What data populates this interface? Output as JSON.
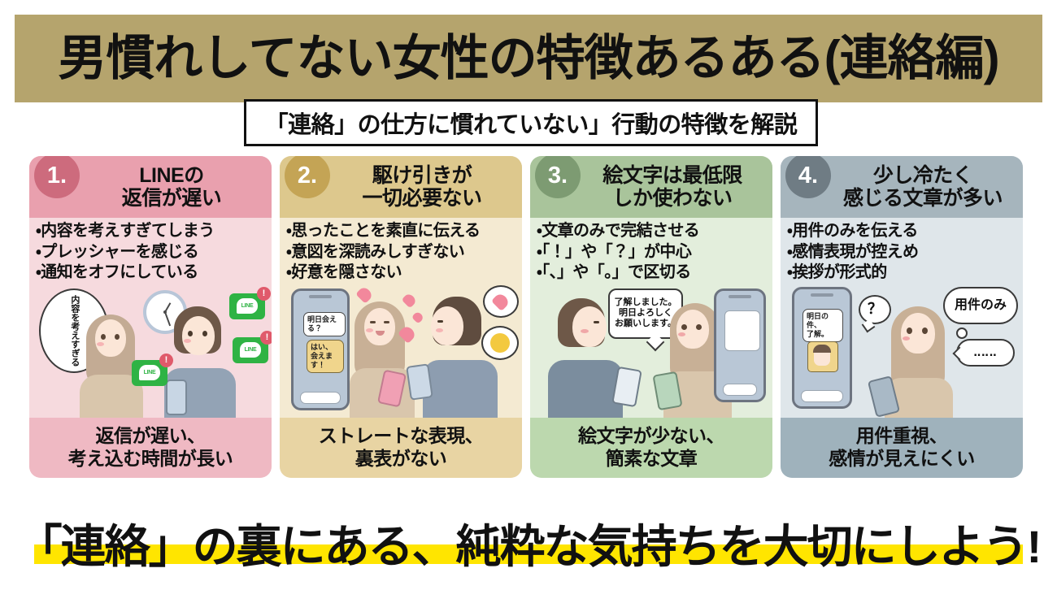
{
  "poster": {
    "title": "男慣れしてない女性の特徴あるある(連絡編)",
    "subtitle": "「連絡」の仕方に慣れていない」行動の特徴を解説",
    "banner": "「連絡」の裏にある、純粋な気持ちを大切にしよう!",
    "colors": {
      "frame": "#b5a46d",
      "page": "#ffffff",
      "text": "#111111",
      "highlight": "#ffe500"
    }
  },
  "cards": [
    {
      "number": "1.",
      "title_line1": "LINEの",
      "title_line2": "返信が遅い",
      "bullets": [
        "・内容を考えすぎてしまう",
        "・プレッシャーを感じる",
        "・通知をオフにしている"
      ],
      "footer_line1": "返信が遅い、",
      "footer_line2": "考え込む時間が長い",
      "badge_color": "#cd6b7d",
      "header_color": "#e9a0ae",
      "body_color": "#f6dade",
      "footer_color": "#efb9c3",
      "illustration": {
        "thought_bubble": "内容を考えすぎる",
        "line_label": "LINE",
        "badge_count": "!",
        "clock": "clock-icon"
      }
    },
    {
      "number": "2.",
      "title_line1": "駆け引きが",
      "title_line2": "一切必要ない",
      "bullets": [
        "・思ったことを素直に伝える",
        "・意図を深読みしすぎない",
        "・好意を隠さない"
      ],
      "footer_line1": "ストレートな表現、",
      "footer_line2": "裏表がない",
      "badge_color": "#c4a455",
      "header_color": "#ddc88d",
      "body_color": "#f4ead2",
      "footer_color": "#e8d4a3",
      "illustration": {
        "msg_in": "明日会える？",
        "msg_out_line1": "はい、",
        "msg_out_line2": "会えます！",
        "emoji_heart": "heart-icon",
        "emoji_smile": "smiley-icon"
      }
    },
    {
      "number": "3.",
      "title_line1": "絵文字は最低限",
      "title_line2": "しか使わない",
      "bullets": [
        "・文章のみで完結させる",
        "・「！」や「？」が中心",
        "・「、」や「。」で区切る"
      ],
      "footer_line1": "絵文字が少ない、",
      "footer_line2": "簡素な文章",
      "badge_color": "#7d9b72",
      "header_color": "#a9c49b",
      "body_color": "#e3eedc",
      "footer_color": "#bcd8ae",
      "illustration": {
        "speech_line1": "了解しました。",
        "speech_line2": "明日よろしく",
        "speech_line3": "お願いします。"
      }
    },
    {
      "number": "4.",
      "title_line1": "少し冷たく",
      "title_line2": "感じる文章が多い",
      "bullets": [
        "・用件のみを伝える",
        "・感情表現が控えめ",
        "・挨拶が形式的"
      ],
      "footer_line1": "用件重視、",
      "footer_line2": "感情が見えにくい",
      "badge_color": "#6f7c84",
      "header_color": "#a6b5bd",
      "body_color": "#dfe6ea",
      "footer_color": "#9fb2bc",
      "illustration": {
        "msg_line1": "明日の件、",
        "msg_line2": "了解。",
        "question_mark": "？",
        "bubble_text": "用件のみ",
        "dots_text": "‥‥‥"
      }
    }
  ]
}
